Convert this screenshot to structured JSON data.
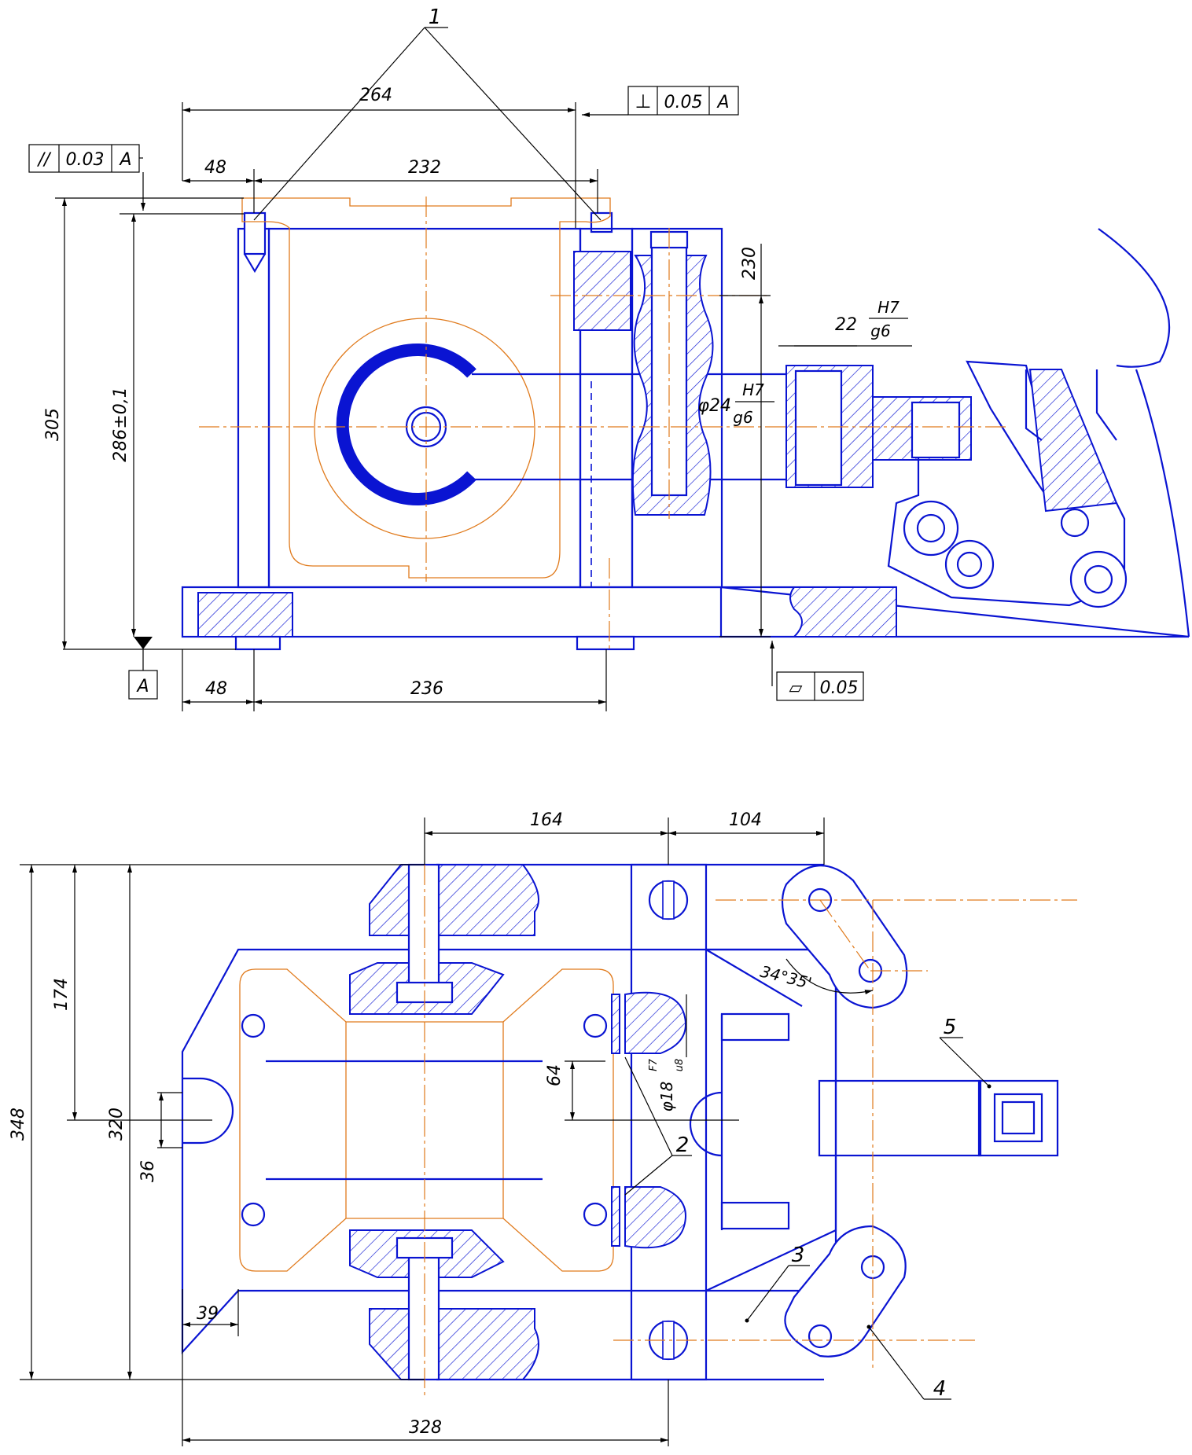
{
  "colors": {
    "contour": "#0a14d2",
    "axis": "#e07a1c",
    "dimension": "#000000"
  },
  "dims": {
    "d264": "264",
    "d48a": "48",
    "d232": "232",
    "d305": "305",
    "d286": "286±0,1",
    "d230": "230",
    "d48b": "48",
    "d236": "236",
    "d164": "164",
    "d104": "104",
    "d348": "348",
    "d320": "320",
    "d174": "174",
    "d36": "36",
    "d39": "39",
    "d328": "328",
    "d64": "64",
    "angle": "34°35'"
  },
  "fits": {
    "f22": "22",
    "f22_num": "H7",
    "f22_den": "g6",
    "f24": "φ24",
    "f24_num": "H7",
    "f24_den": "g6",
    "f18": "φ18",
    "f18_num": "F7",
    "f18_den": "u8"
  },
  "tolerances": {
    "parallel": {
      "symbol": "//",
      "value": "0.03",
      "datum": "A"
    },
    "perpendicular": {
      "symbol": "⊥",
      "value": "0.05",
      "datum": "A"
    },
    "flatness": {
      "symbol": "▱",
      "value": "0.05"
    }
  },
  "datum": {
    "label": "A"
  },
  "callouts": {
    "c1": "1",
    "c2": "2",
    "c3": "3",
    "c4": "4",
    "c5": "5"
  }
}
